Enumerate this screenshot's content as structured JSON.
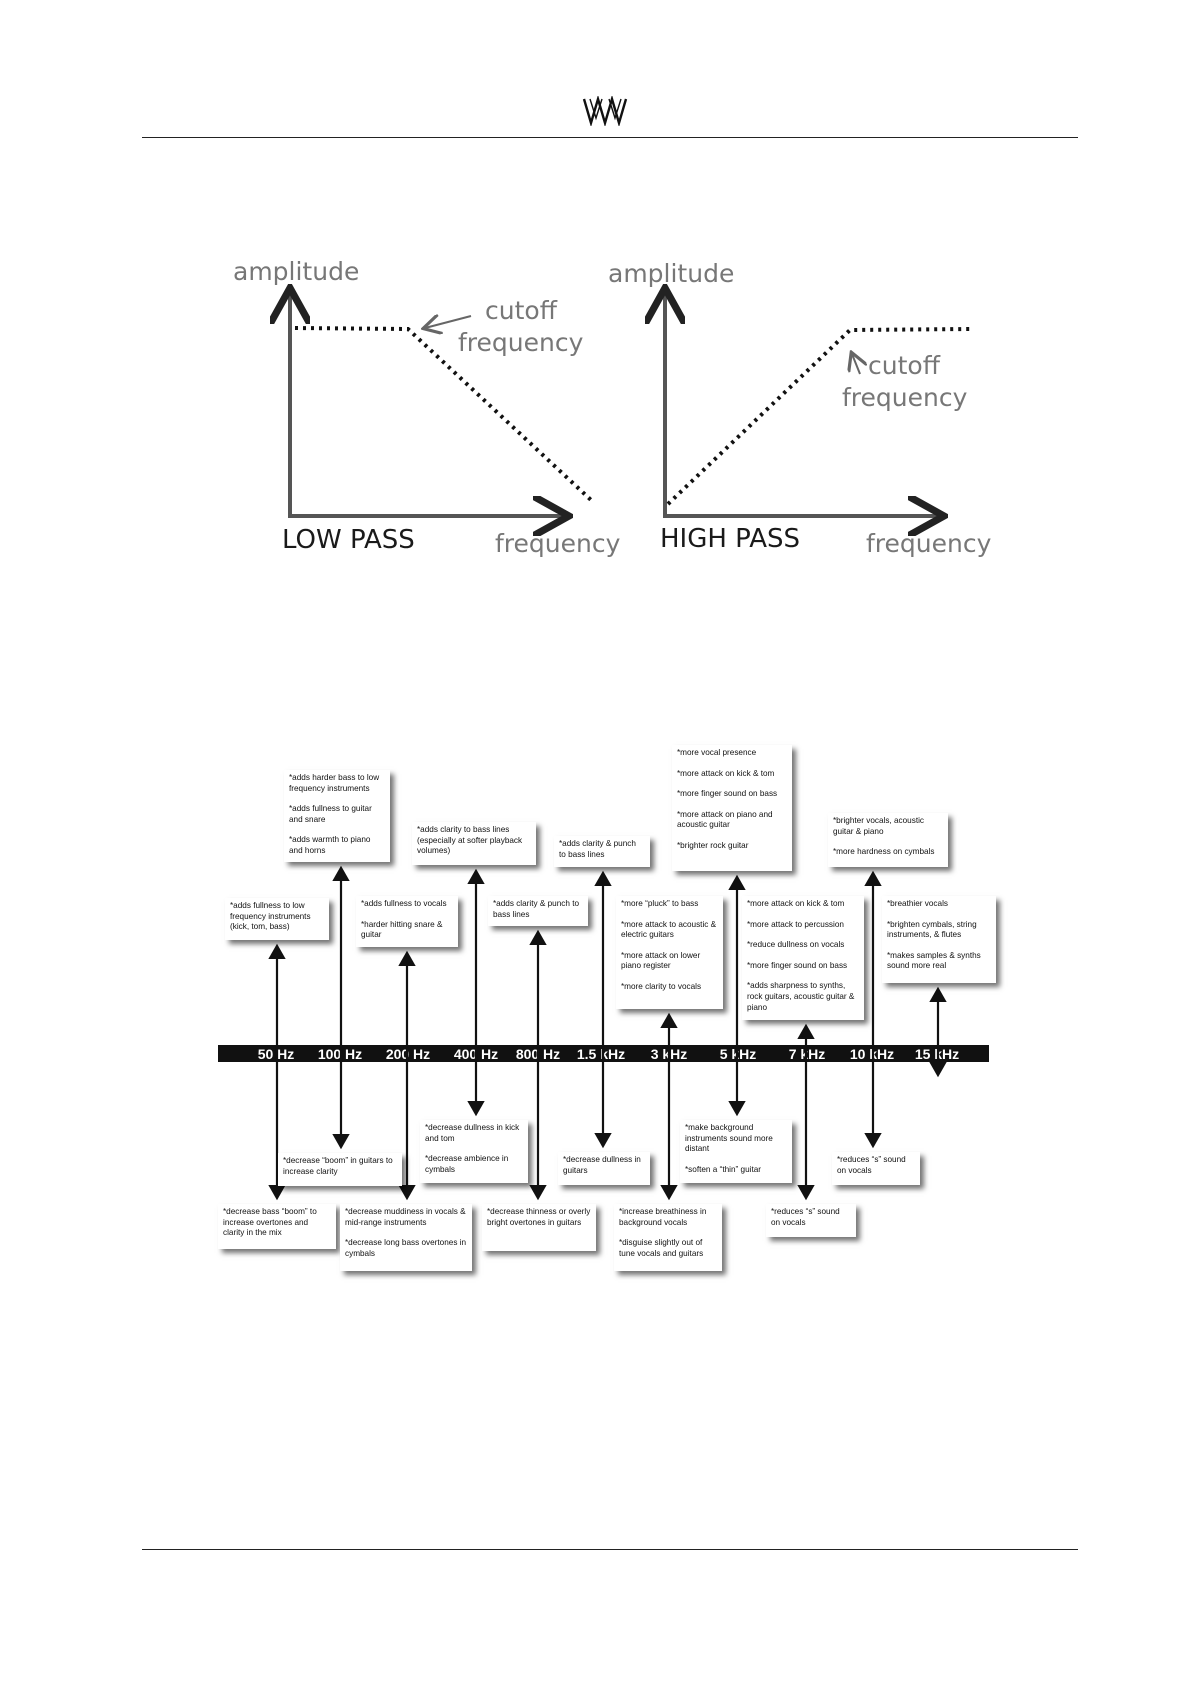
{
  "figure_lowpass": {
    "y_label": "amplitude",
    "annotation_line1": "cutoff",
    "annotation_line2": "frequency",
    "title": "LOW PASS",
    "x_label": "frequency"
  },
  "figure_highpass": {
    "y_label": "amplitude",
    "annotation_line1": "cutoff",
    "annotation_line2": "frequency",
    "title": "HIGH PASS",
    "x_label": "frequency"
  },
  "eq_chart": {
    "bands": [
      "50 Hz",
      "100 Hz",
      "200 Hz",
      "400 Hz",
      "800 Hz",
      "1.5 kHz",
      "3 kHz",
      "5 kHz",
      "7 kHz",
      "10 kHz",
      "15 kHz"
    ],
    "notes_above": [
      {
        "band": 0,
        "lines": [
          "*adds fullness to low frequency instruments (kick, tom, bass)"
        ]
      },
      {
        "band": 1,
        "lines": [
          "*adds harder bass to low frequency instruments",
          "*adds fullness to guitar and snare",
          "*adds warmth to piano and horns"
        ]
      },
      {
        "band": 2,
        "lines": [
          "*adds fullness to vocals",
          "*harder hitting snare & guitar"
        ]
      },
      {
        "band": 3,
        "lines": [
          "*adds clarity to bass lines (especially at softer playback volumes)"
        ]
      },
      {
        "band": 4,
        "lines": [
          "*adds clarity & punch to bass lines"
        ]
      },
      {
        "band": 5,
        "lines": [
          "*adds clarity & punch to bass lines"
        ]
      },
      {
        "band": 6,
        "lines": [
          "*more “pluck” to bass",
          "*more attack to acoustic & electric guitars",
          "*more attack on lower piano register",
          "*more clarity to vocals"
        ]
      },
      {
        "band": 7,
        "lines": [
          "*more vocal presence",
          "*more attack on kick & tom",
          "*more finger sound on bass",
          "*more attack on piano and acoustic guitar",
          "*brighter rock guitar"
        ]
      },
      {
        "band": 8,
        "lines": [
          "*more attack on kick & tom",
          "*more attack to percussion",
          "*reduce dullness on vocals",
          "*more finger sound on bass",
          "*adds sharpness to synths, rock guitars, acoustic guitar & piano"
        ]
      },
      {
        "band": 9,
        "lines": [
          "*brighter vocals, acoustic guitar & piano",
          "*more hardness on cymbals"
        ]
      },
      {
        "band": 10,
        "lines": [
          "*breathier vocals",
          "*brighten cymbals, string instruments, & flutes",
          "*makes samples & synths sound more real"
        ]
      }
    ],
    "notes_below": [
      {
        "band": 0,
        "lines": [
          "*decrease bass “boom” to increase overtones and clarity in the mix"
        ]
      },
      {
        "band": 1,
        "lines": [
          "*decrease “boom” in guitars to increase clarity"
        ]
      },
      {
        "band": 2,
        "lines": [
          "*decrease muddiness in vocals & mid-range instruments",
          "*decrease long bass overtones in cymbals"
        ]
      },
      {
        "band": 3,
        "lines": [
          "*decrease dullness in kick and tom",
          "*decrease ambience in cymbals"
        ]
      },
      {
        "band": 4,
        "lines": [
          "*decrease thinness or overly bright overtones in guitars"
        ]
      },
      {
        "band": 5,
        "lines": [
          "*decrease dullness in guitars"
        ]
      },
      {
        "band": 6,
        "lines": [
          "*increase breathiness in background vocals",
          "*disguise slightly out of tune vocals and guitars"
        ]
      },
      {
        "band": 7,
        "lines": [
          "*make background instruments sound more distant",
          "*soften a “thin” guitar"
        ]
      },
      {
        "band": 8,
        "lines": [
          "*reduces “s” sound on vocals"
        ]
      },
      {
        "band": 9,
        "lines": [
          "*reduces “s” sound on vocals"
        ]
      }
    ]
  }
}
